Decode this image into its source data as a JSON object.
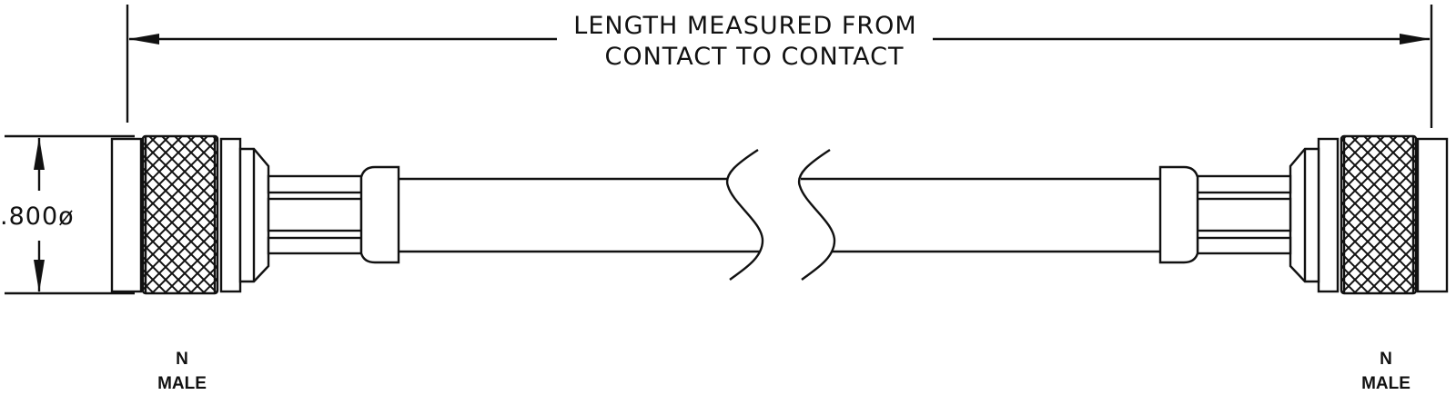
{
  "dimension": {
    "length_line1": "LENGTH MEASURED FROM",
    "length_line2": "CONTACT TO CONTACT",
    "diameter": ".800ø"
  },
  "connectors": {
    "left": {
      "type": "N",
      "gender": "MALE"
    },
    "right": {
      "type": "N",
      "gender": "MALE"
    }
  },
  "colors": {
    "line": "#111111",
    "background": "#ffffff"
  }
}
